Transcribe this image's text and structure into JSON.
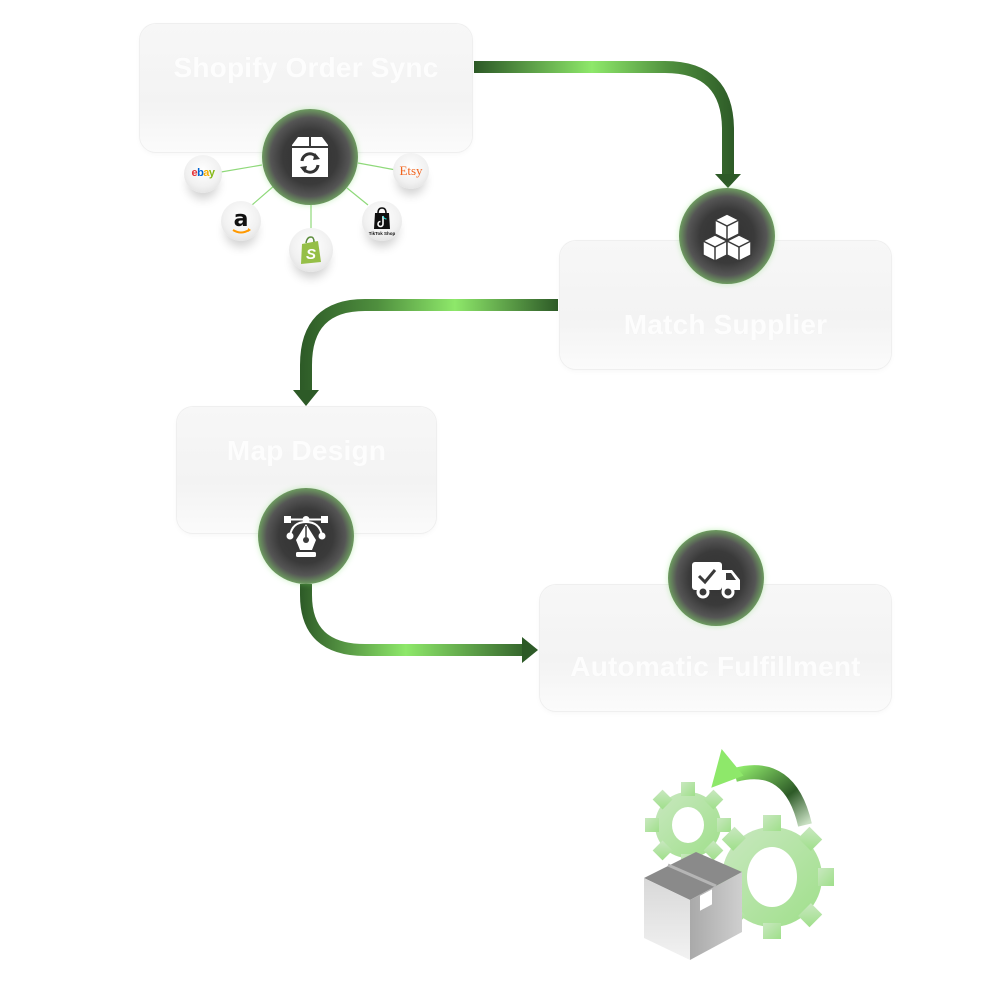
{
  "steps": [
    {
      "label": "Shopify Order Sync",
      "icon": "box-sync-icon"
    },
    {
      "label": "Match Supplier",
      "icon": "cubes-icon"
    },
    {
      "label": "Map Design",
      "icon": "pen-tool-icon"
    },
    {
      "label": "Automatic Fulfillment",
      "icon": "delivery-truck-check-icon"
    }
  ],
  "marketplaces": [
    {
      "name": "ebay",
      "label": "ebay"
    },
    {
      "name": "amazon",
      "label": "a"
    },
    {
      "name": "shopify",
      "label": "S"
    },
    {
      "name": "tiktok-shop",
      "label": "TikTok Shop"
    },
    {
      "name": "etsy",
      "label": "Etsy"
    }
  ],
  "colors": {
    "arrow_dark": "#2d5a27",
    "arrow_light": "#8ee86a",
    "node_glow": "#8ee576",
    "node_core": "#333333",
    "card_bg": "#f5f5f5",
    "ebay_red": "#e53238",
    "ebay_blue": "#0064d2",
    "ebay_yellow": "#f5af02",
    "ebay_green": "#86b817",
    "etsy_orange": "#f1641e",
    "shopify_green": "#95bf47",
    "amazon_orange": "#ff9900"
  },
  "illustration": {
    "name": "automation-gears-box-illustration"
  }
}
